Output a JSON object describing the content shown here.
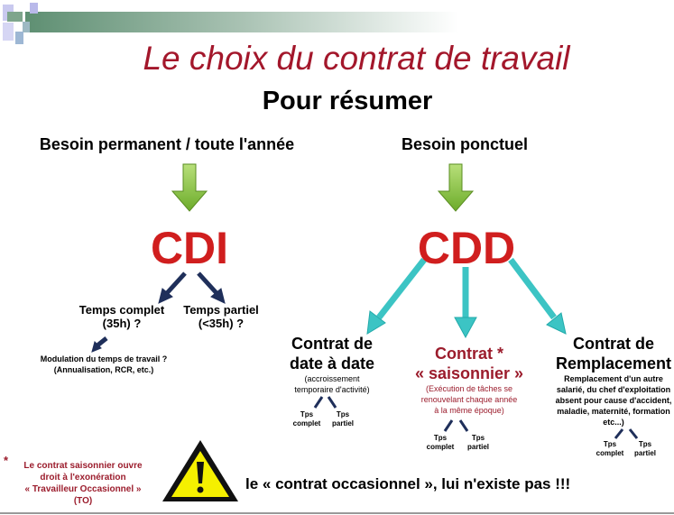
{
  "title": "Le choix du contrat de travail",
  "subtitle": "Pour résumer",
  "left": {
    "need": "Besoin permanent / toute l'année",
    "contract": "CDI",
    "full": {
      "label": "Temps complet",
      "detail": "(35h) ?"
    },
    "partial": {
      "label": "Temps partiel",
      "detail": "(<35h) ?"
    },
    "modulation": {
      "line1": "Modulation du temps de travail ?",
      "line2": "(Annualisation, RCR, etc.)"
    }
  },
  "right": {
    "need": "Besoin ponctuel",
    "contract": "CDD",
    "date": {
      "line1": "Contrat de",
      "line2": "date à date",
      "desc1": "(accroissement",
      "desc2": "temporaire d'activité)"
    },
    "seasonal": {
      "line1": "Contrat *",
      "line2": "« saisonnier »",
      "desc1": "(Exécution de tâches se",
      "desc2": "renouvelant chaque année",
      "desc3": "à la même époque)"
    },
    "replacement": {
      "line1": "Contrat de",
      "line2": "Remplacement",
      "desc1": "Remplacement d'un autre",
      "desc2": "salarié, du chef d'exploitation",
      "desc3": "absent pour cause d'accident,",
      "desc4": "maladie, maternité, formation",
      "desc5": "etc...)"
    }
  },
  "tps": {
    "a": "Tps",
    "complet": "complet",
    "partiel": "partiel"
  },
  "footnote": {
    "star": "*",
    "line1": "Le contrat saisonnier ouvre",
    "line2": "droit à l'exonération",
    "line3": "« Travailleur Occasionnel »",
    "line4": "(TO)"
  },
  "warning": "le « contrat occasionnel », lui n'existe pas !!!",
  "colors": {
    "title": "#a3172b",
    "cd": "#d01e1e",
    "green": "#8dc63f",
    "teal": "#3cc4c4",
    "navy": "#1f2f5a"
  }
}
